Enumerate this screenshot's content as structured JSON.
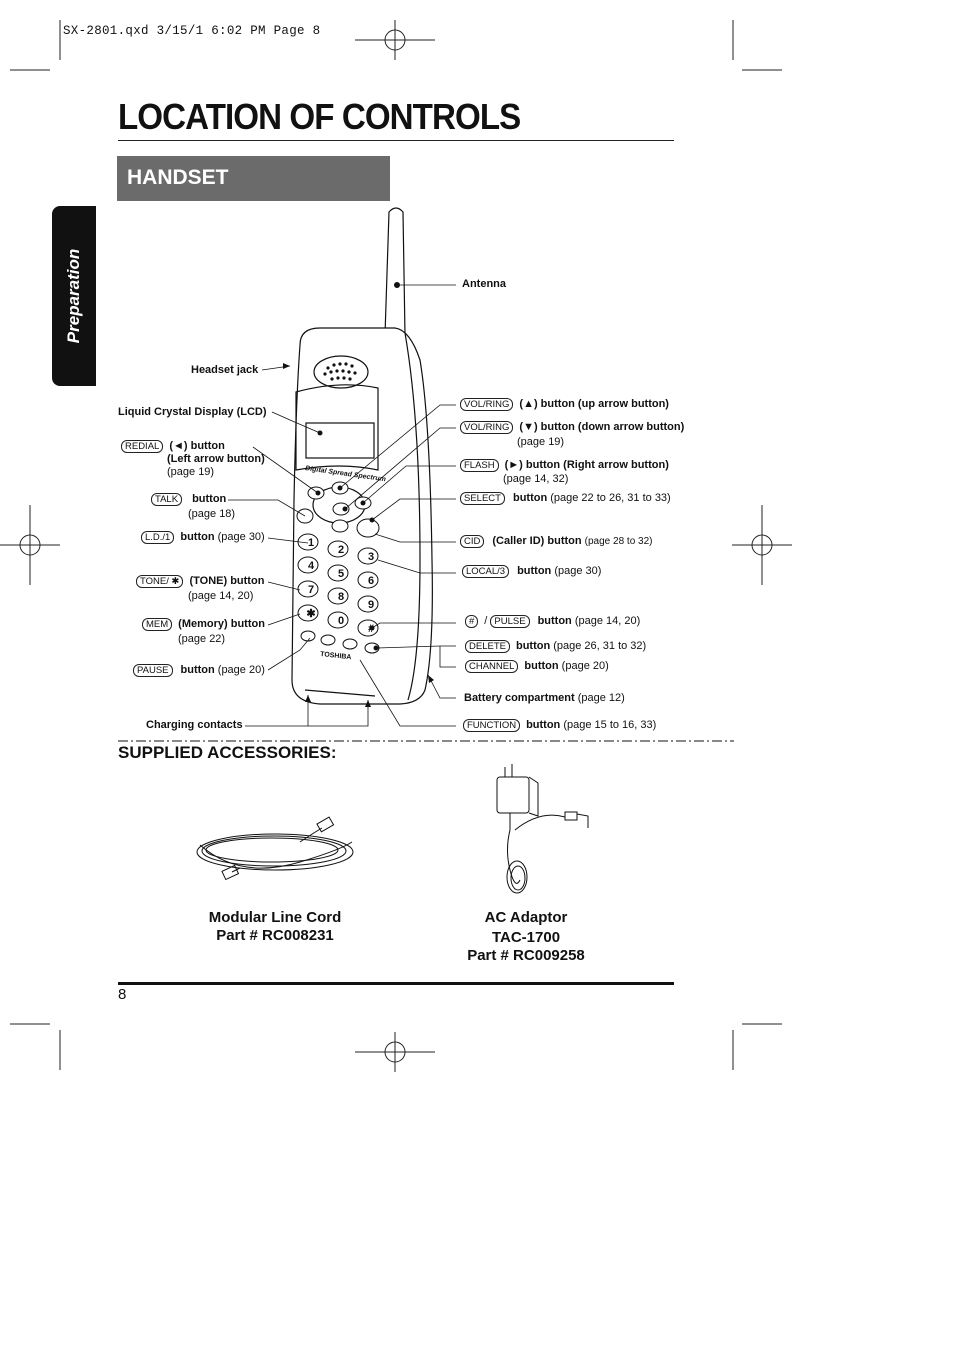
{
  "slug": "SX-2801.qxd  3/15/1 6:02 PM  Page 8",
  "title": "LOCATION OF CONTROLS",
  "section": "HANDSET",
  "side_tab": "Preparation",
  "labels": {
    "antenna": "Antenna",
    "headset_jack": "Headset jack",
    "lcd": "Liquid Crystal Display (LCD)",
    "redial_key": "REDIAL",
    "redial_text": "(◄) button",
    "redial_sub": "(Left arrow button)",
    "redial_page": "(page 19)",
    "talk_key": "TALK",
    "talk_text": "button",
    "talk_page": "(page 18)",
    "ld_key": "L.D./1",
    "ld_text": "button",
    "ld_page": "(page 30)",
    "tone_key": "TONE/ ✱",
    "tone_text": "(TONE) button",
    "tone_page": "(page 14, 20)",
    "mem_key": "MEM",
    "mem_text": "(Memory) button",
    "mem_page": "(page 22)",
    "pause_key": "PAUSE",
    "pause_text": "button",
    "pause_page": "(page 20)",
    "charging": "Charging contacts",
    "volup_key": "VOL/RING",
    "volup_text": "(▲) button (up arrow button)",
    "voldown_key": "VOL/RING",
    "voldown_text": "(▼) button (down arrow button)",
    "voldown_page": "(page 19)",
    "flash_key": "FLASH",
    "flash_text": "(►) button (Right arrow button)",
    "flash_page": "(page 14, 32)",
    "select_key": "SELECT",
    "select_text": "button",
    "select_page": "(page 22 to 26, 31 to 33)",
    "cid_key": "CID",
    "cid_text": "(Caller ID) button",
    "cid_page": "(page 28 to 32)",
    "local_key": "LOCAL/3",
    "local_text": "button",
    "local_page": "(page 30)",
    "hash_key": "#",
    "slash": "/",
    "pulse_key": "PULSE",
    "pulse_text": "button",
    "pulse_page": "(page 14, 20)",
    "delete_key": "DELETE",
    "delete_text": "button",
    "delete_page": "(page 26, 31 to 32)",
    "channel_key": "CHANNEL",
    "channel_text": "button",
    "channel_page": "(page 20)",
    "battery_text": "Battery compartment",
    "battery_page": "(page 12)",
    "function_key": "FUNCTION",
    "function_text": "button",
    "function_page": "(page 15 to 16, 33)"
  },
  "phone_marks": {
    "brand": "TOSHIBA",
    "band": "Digital Spread Spectrum"
  },
  "accessories": {
    "title": "SUPPLIED ACCESSORIES:",
    "cord_name": "Modular Line Cord",
    "cord_part": "Part # RC008231",
    "adaptor_name": "AC Adaptor",
    "adaptor_model": "TAC-1700",
    "adaptor_part": "Part # RC009258"
  },
  "page_number": "8"
}
